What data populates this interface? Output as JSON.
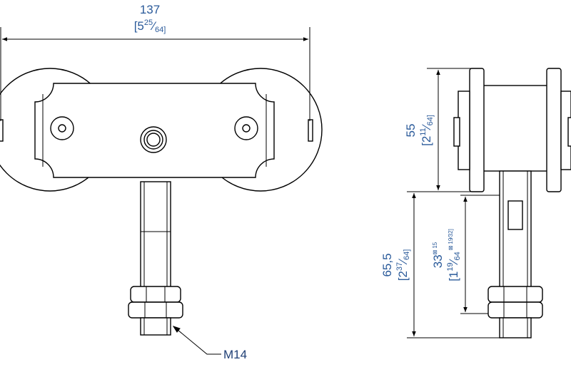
{
  "colors": {
    "dimension": "#2a5a9a",
    "label": "#1f3f75",
    "outline": "#000000",
    "fill": "#ffffff"
  },
  "front_view": {
    "width_dimension": {
      "value": "137",
      "inch_whole": "[5",
      "inch_num": "25",
      "inch_slash": "⁄",
      "inch_den": "64]"
    },
    "thread_callout": "M14"
  },
  "side_view": {
    "top_dimension": {
      "value": "55",
      "inch_whole": "[2",
      "inch_num": "11",
      "inch_slash": "⁄",
      "inch_den": "64]"
    },
    "bottom_dimension": {
      "value": "65,5",
      "inch_whole": "[2",
      "inch_num": "37",
      "inch_slash": "⁄",
      "inch_den": "64]"
    },
    "adjust_dimension": {
      "value": "33",
      "tol_symbol": "⊠",
      "tol_value": "15",
      "inch_whole": "[1",
      "inch_num": "19",
      "inch_slash": "⁄",
      "inch_den": "64",
      "inch_tol_symbol": "⊠",
      "inch_tol_value": "19⁄32]"
    }
  }
}
